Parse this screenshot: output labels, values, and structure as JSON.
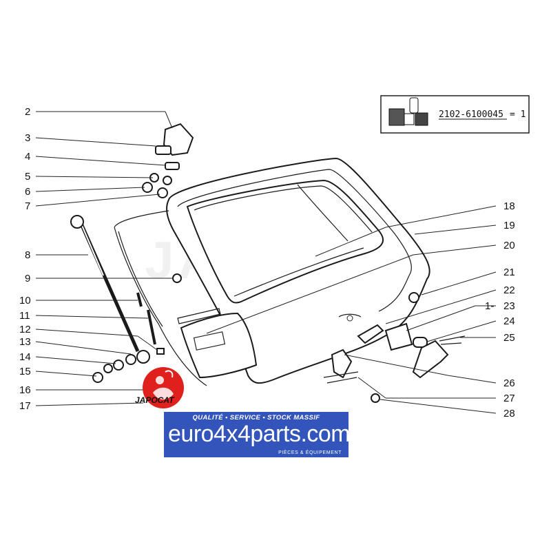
{
  "reference": {
    "part_number": "2102-6100045",
    "suffix": "= 1"
  },
  "callouts": {
    "left": [
      "2",
      "3",
      "4",
      "5",
      "6",
      "7",
      "8",
      "9",
      "10",
      "11",
      "12",
      "13",
      "14",
      "15",
      "16",
      "17"
    ],
    "right": [
      "18",
      "19",
      "20",
      "21",
      "22",
      "23",
      "24",
      "25",
      "26",
      "27",
      "28"
    ],
    "prefix_23": "1-"
  },
  "watermark_text": "JAPOCAT",
  "logo": {
    "text": "JAPOCAT",
    "color": "#e0201c"
  },
  "banner": {
    "tagline": "QUALITÉ • SERVICE • STOCK MASSIF",
    "main": "euro4x4parts.com",
    "sub": "PIÈCES & ÉQUIPEMENT",
    "color": "#3355bb",
    "accent": "#e0201c"
  }
}
